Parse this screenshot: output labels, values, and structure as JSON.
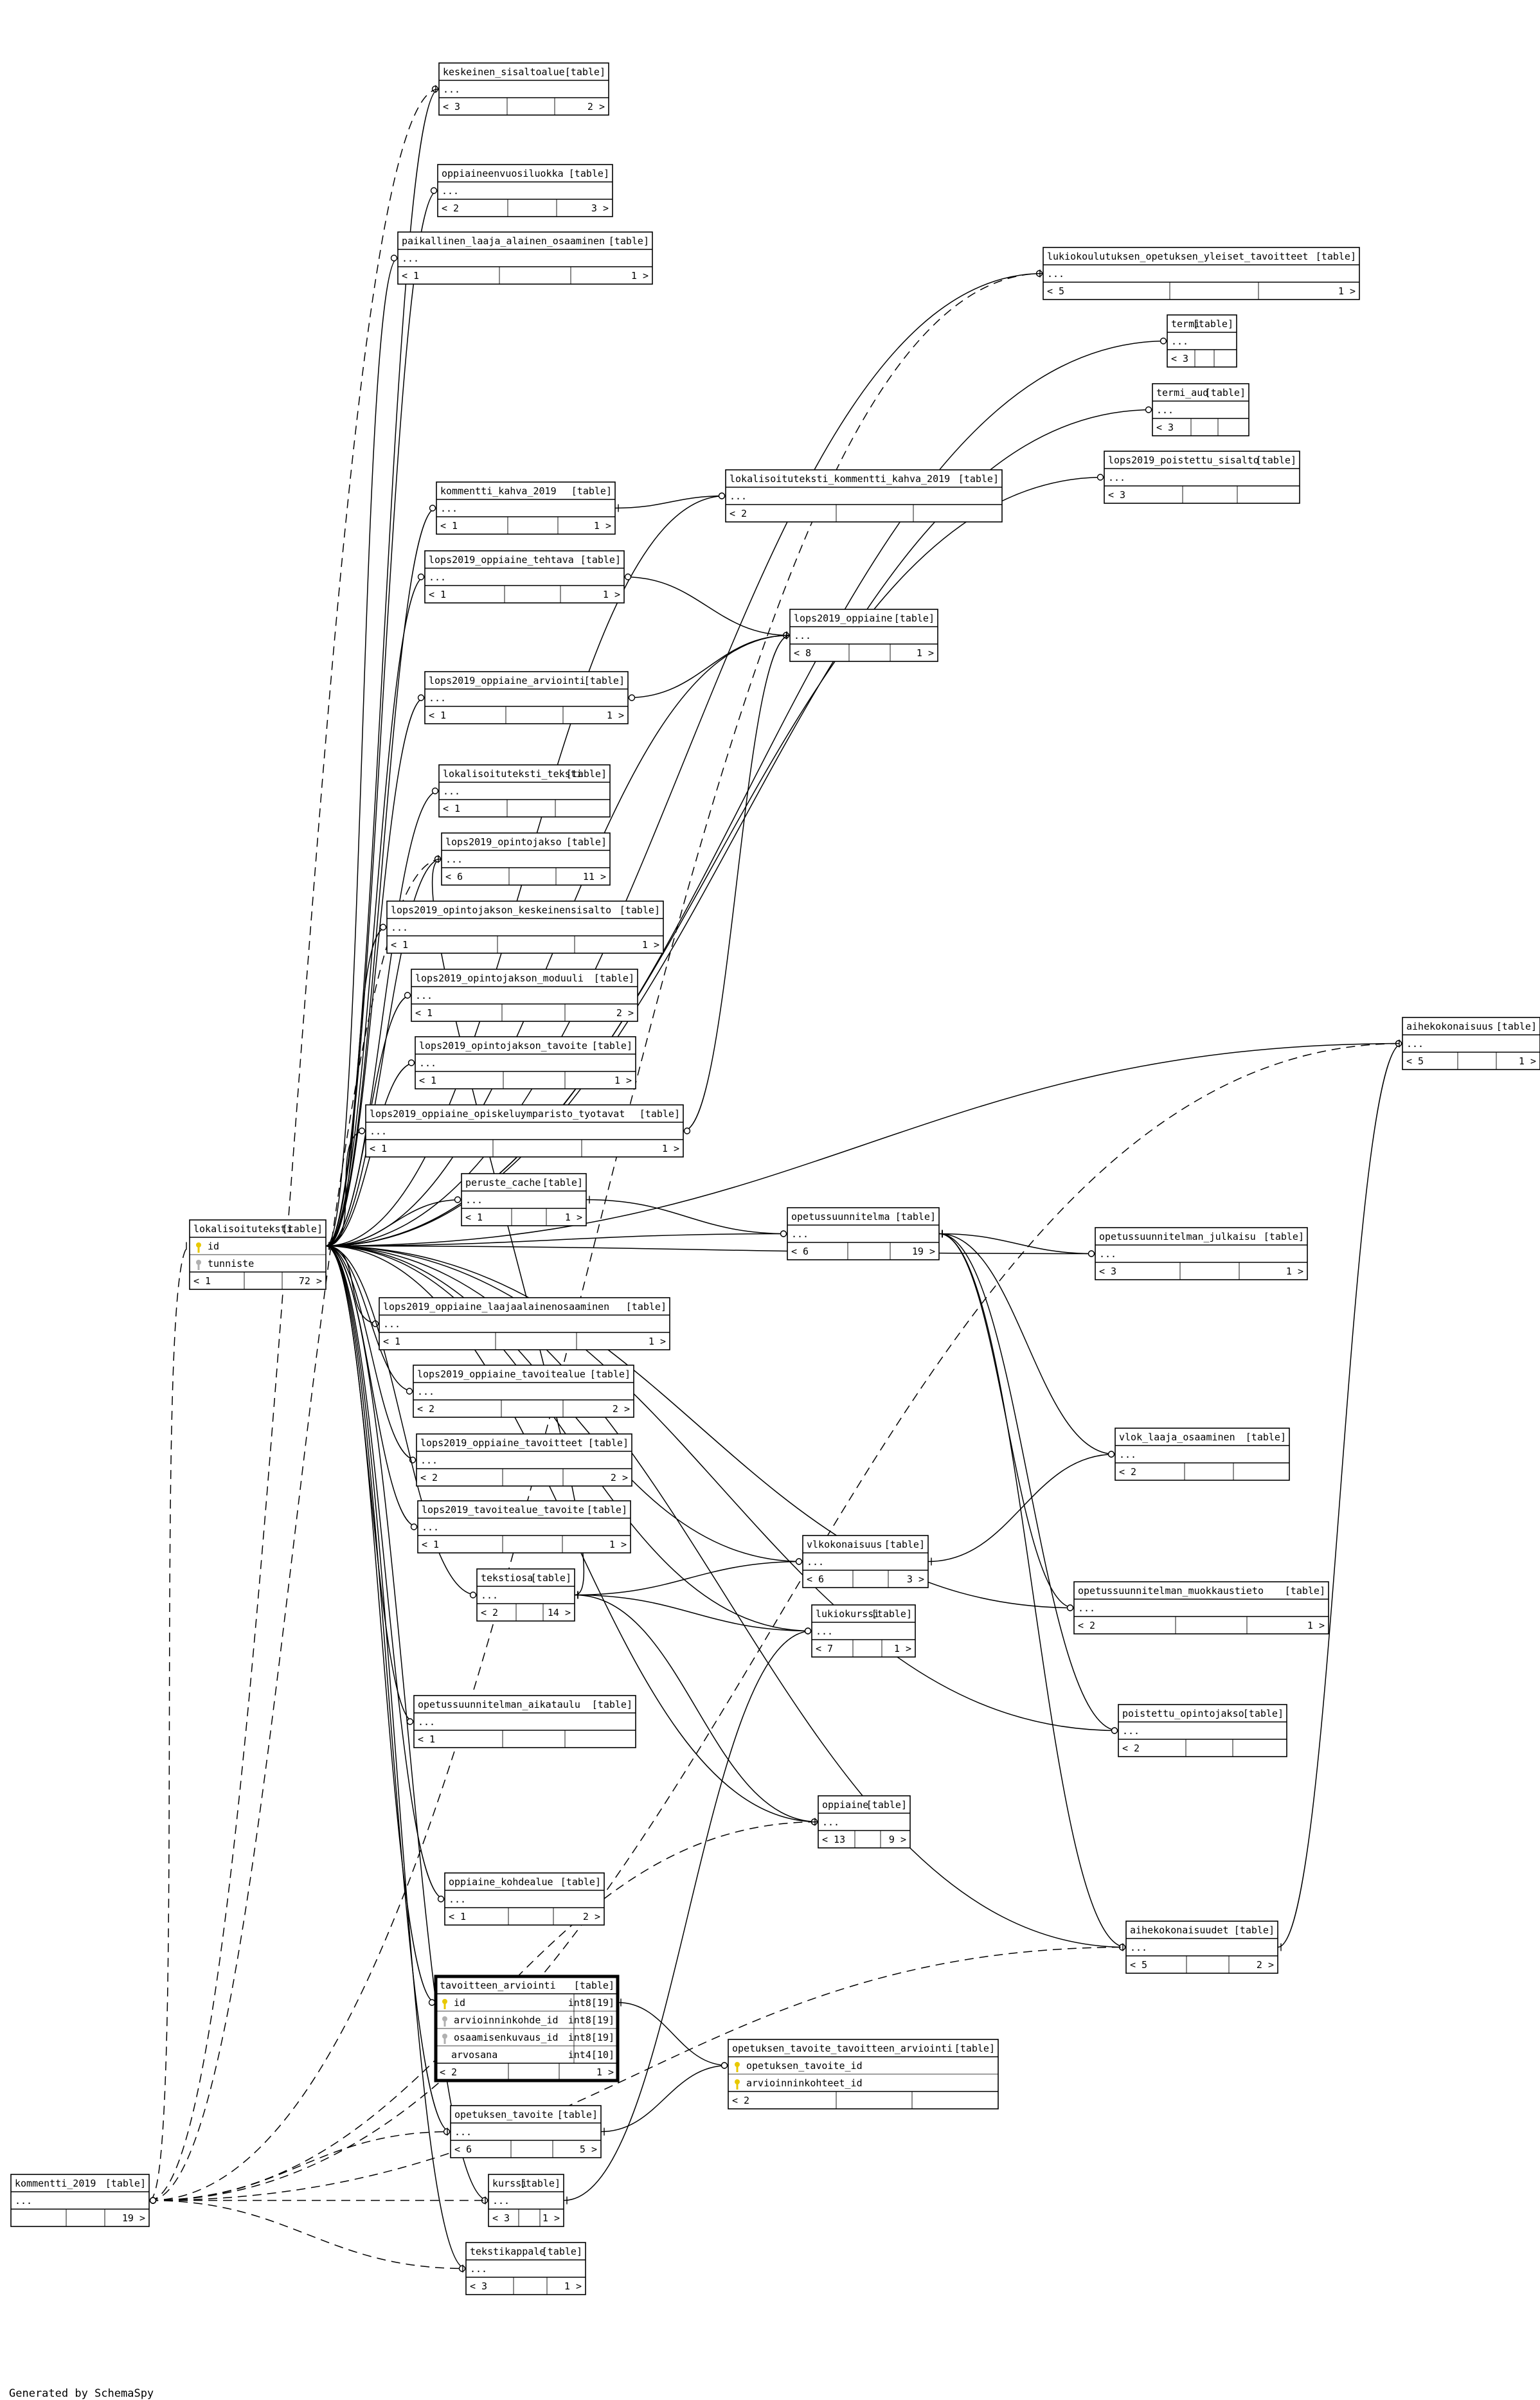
{
  "footer": "Generated by SchemaSpy",
  "labels": {
    "table_tag": "[table]",
    "ellipsis": "...",
    "prev": "<",
    "next": ">"
  },
  "tables": [
    {
      "id": "keskeinen_sisaltoalue",
      "name": "keskeinen_sisaltoalue",
      "parents": "3",
      "children": "2"
    },
    {
      "id": "oppiaineenvuosiluokka",
      "name": "oppiaineenvuosiluokka",
      "parents": "2",
      "children": "3"
    },
    {
      "id": "paikallinen_laaja_alainen_osaaminen",
      "name": "paikallinen_laaja_alainen_osaaminen",
      "parents": "1",
      "children": "1"
    },
    {
      "id": "lukiokoulutuksen_opetuksen_yleiset_tavoitteet",
      "name": "lukiokoulutuksen_opetuksen_yleiset_tavoitteet",
      "parents": "5",
      "children": "1"
    },
    {
      "id": "termi",
      "name": "termi",
      "parents": "3",
      "children": ""
    },
    {
      "id": "termi_aud",
      "name": "termi_aud",
      "parents": "3",
      "children": ""
    },
    {
      "id": "lops2019_poistettu_sisalto",
      "name": "lops2019_poistettu_sisalto",
      "parents": "3",
      "children": ""
    },
    {
      "id": "kommentti_kahva_2019",
      "name": "kommentti_kahva_2019",
      "parents": "1",
      "children": "1"
    },
    {
      "id": "lokalisoituteksti_kommentti_kahva_2019",
      "name": "lokalisoituteksti_kommentti_kahva_2019",
      "parents": "2",
      "children": ""
    },
    {
      "id": "lops2019_oppiaine_tehtava",
      "name": "lops2019_oppiaine_tehtava",
      "parents": "1",
      "children": "1"
    },
    {
      "id": "lops2019_oppiaine",
      "name": "lops2019_oppiaine",
      "parents": "8",
      "children": "1"
    },
    {
      "id": "lops2019_oppiaine_arviointi",
      "name": "lops2019_oppiaine_arviointi",
      "parents": "1",
      "children": "1"
    },
    {
      "id": "lokalisoituteksti_teksti",
      "name": "lokalisoituteksti_teksti",
      "parents": "1",
      "children": ""
    },
    {
      "id": "lops2019_opintojakso",
      "name": "lops2019_opintojakso",
      "parents": "6",
      "children": "11"
    },
    {
      "id": "lops2019_opintojakson_keskeinensisalto",
      "name": "lops2019_opintojakson_keskeinensisalto",
      "parents": "1",
      "children": "1"
    },
    {
      "id": "lops2019_opintojakson_moduuli",
      "name": "lops2019_opintojakson_moduuli",
      "parents": "1",
      "children": "2"
    },
    {
      "id": "lops2019_opintojakson_tavoite",
      "name": "lops2019_opintojakson_tavoite",
      "parents": "1",
      "children": "1"
    },
    {
      "id": "lops2019_oppiaine_opiskeluymparisto_tyotavat",
      "name": "lops2019_oppiaine_opiskeluymparisto_tyotavat",
      "parents": "1",
      "children": "1"
    },
    {
      "id": "peruste_cache",
      "name": "peruste_cache",
      "parents": "1",
      "children": "1"
    },
    {
      "id": "aihekokonaisuus",
      "name": "aihekokonaisuus",
      "parents": "5",
      "children": "1"
    },
    {
      "id": "opetussuunnitelma",
      "name": "opetussuunnitelma",
      "parents": "6",
      "children": "19"
    },
    {
      "id": "opetussuunnitelman_julkaisu",
      "name": "opetussuunnitelman_julkaisu",
      "parents": "3",
      "children": "1"
    },
    {
      "id": "lokalisoituteksti",
      "name": "lokalisoituteksti",
      "parents": "1",
      "children": "72",
      "columns": [
        {
          "key": "key",
          "name": "id"
        },
        {
          "key": "fk",
          "name": "tunniste"
        }
      ]
    },
    {
      "id": "lops2019_oppiaine_laajaalainenosaaminen",
      "name": "lops2019_oppiaine_laajaalainenosaaminen",
      "parents": "1",
      "children": "1"
    },
    {
      "id": "lops2019_oppiaine_tavoitealue",
      "name": "lops2019_oppiaine_tavoitealue",
      "parents": "2",
      "children": "2"
    },
    {
      "id": "lops2019_oppiaine_tavoitteet",
      "name": "lops2019_oppiaine_tavoitteet",
      "parents": "2",
      "children": "2"
    },
    {
      "id": "lops2019_tavoitealue_tavoite",
      "name": "lops2019_tavoitealue_tavoite",
      "parents": "1",
      "children": "1"
    },
    {
      "id": "vlok_laaja_osaaminen",
      "name": "vlok_laaja_osaaminen",
      "parents": "2",
      "children": ""
    },
    {
      "id": "vlkokonaisuus",
      "name": "vlkokonaisuus",
      "parents": "6",
      "children": "3"
    },
    {
      "id": "tekstiosa",
      "name": "tekstiosa",
      "parents": "2",
      "children": "14"
    },
    {
      "id": "lukiokurssi",
      "name": "lukiokurssi",
      "parents": "7",
      "children": "1"
    },
    {
      "id": "opetussuunnitelman_muokkaustieto",
      "name": "opetussuunnitelman_muokkaustieto",
      "parents": "2",
      "children": "1"
    },
    {
      "id": "opetussuunnitelman_aikataulu",
      "name": "opetussuunnitelman_aikataulu",
      "parents": "1",
      "children": ""
    },
    {
      "id": "poistettu_opintojakso",
      "name": "poistettu_opintojakso",
      "parents": "2",
      "children": ""
    },
    {
      "id": "oppiaine",
      "name": "oppiaine",
      "parents": "13",
      "children": "9"
    },
    {
      "id": "oppiaine_kohdealue",
      "name": "oppiaine_kohdealue",
      "parents": "1",
      "children": "2"
    },
    {
      "id": "aihekokonaisuudet",
      "name": "aihekokonaisuudet",
      "parents": "5",
      "children": "2"
    },
    {
      "id": "tavoitteen_arviointi",
      "name": "tavoitteen_arviointi",
      "parents": "2",
      "children": "1",
      "columns": [
        {
          "key": "key",
          "name": "id",
          "type": "int8[19]"
        },
        {
          "key": "fk",
          "name": "arvioinninkohde_id",
          "type": "int8[19]"
        },
        {
          "key": "fk",
          "name": "osaamisenkuvaus_id",
          "type": "int8[19]"
        },
        {
          "key": "",
          "name": "arvosana",
          "type": "int4[10]"
        }
      ]
    },
    {
      "id": "opetuksen_tavoite_tavoitteen_arviointi",
      "name": "opetuksen_tavoite_tavoitteen_arviointi",
      "parents": "2",
      "children": "",
      "columns": [
        {
          "key": "key",
          "name": "opetuksen_tavoite_id"
        },
        {
          "key": "key",
          "name": "arvioinninkohteet_id"
        }
      ]
    },
    {
      "id": "opetuksen_tavoite",
      "name": "opetuksen_tavoite",
      "parents": "6",
      "children": "5"
    },
    {
      "id": "kurssi",
      "name": "kurssi",
      "parents": "3",
      "children": "1"
    },
    {
      "id": "kommentti_2019",
      "name": "kommentti_2019",
      "parents": "",
      "children": "19"
    },
    {
      "id": "tekstikappale",
      "name": "tekstikappale",
      "parents": "3",
      "children": "1"
    }
  ],
  "relationships": [
    {
      "from": "keskeinen_sisaltoalue",
      "to": "lokalisoituteksti",
      "style": "solid"
    },
    {
      "from": "oppiaineenvuosiluokka",
      "to": "lokalisoituteksti",
      "style": "solid"
    },
    {
      "from": "paikallinen_laaja_alainen_osaaminen",
      "to": "lokalisoituteksti",
      "style": "solid"
    },
    {
      "from": "lukiokoulutuksen_opetuksen_yleiset_tavoitteet",
      "to": "lokalisoituteksti",
      "style": "solid"
    },
    {
      "from": "termi",
      "to": "lokalisoituteksti",
      "style": "solid"
    },
    {
      "from": "termi_aud",
      "to": "lokalisoituteksti",
      "style": "solid"
    },
    {
      "from": "lops2019_poistettu_sisalto",
      "to": "lokalisoituteksti",
      "style": "solid"
    },
    {
      "from": "kommentti_kahva_2019",
      "to": "lokalisoituteksti",
      "style": "solid"
    },
    {
      "from": "lokalisoituteksti_kommentti_kahva_2019",
      "to": "lokalisoituteksti",
      "style": "solid"
    },
    {
      "from": "lokalisoituteksti_kommentti_kahva_2019",
      "to": "kommentti_kahva_2019",
      "style": "solid"
    },
    {
      "from": "lops2019_oppiaine_tehtava",
      "to": "lokalisoituteksti",
      "style": "solid"
    },
    {
      "from": "lops2019_oppiaine",
      "to": "lokalisoituteksti",
      "style": "solid"
    },
    {
      "from": "lops2019_oppiaine_tehtava",
      "to": "lops2019_oppiaine",
      "style": "solid"
    },
    {
      "from": "lops2019_oppiaine_arviointi",
      "to": "lokalisoituteksti",
      "style": "solid"
    },
    {
      "from": "lops2019_oppiaine_arviointi",
      "to": "lops2019_oppiaine",
      "style": "solid"
    },
    {
      "from": "lokalisoituteksti_teksti",
      "to": "lokalisoituteksti",
      "style": "solid"
    },
    {
      "from": "lops2019_opintojakso",
      "to": "lokalisoituteksti",
      "style": "solid"
    },
    {
      "from": "lops2019_opintojakson_keskeinensisalto",
      "to": "lokalisoituteksti",
      "style": "solid"
    },
    {
      "from": "lops2019_opintojakson_moduuli",
      "to": "lokalisoituteksti",
      "style": "solid"
    },
    {
      "from": "lops2019_opintojakson_tavoite",
      "to": "lokalisoituteksti",
      "style": "solid"
    },
    {
      "from": "lops2019_oppiaine_opiskeluymparisto_tyotavat",
      "to": "lokalisoituteksti",
      "style": "solid"
    },
    {
      "from": "lops2019_oppiaine_opiskeluymparisto_tyotavat",
      "to": "lops2019_oppiaine",
      "style": "solid"
    },
    {
      "from": "peruste_cache",
      "to": "lokalisoituteksti",
      "style": "solid"
    },
    {
      "from": "opetussuunnitelma",
      "to": "peruste_cache",
      "style": "solid"
    },
    {
      "from": "opetussuunnitelma",
      "to": "lokalisoituteksti",
      "style": "solid"
    },
    {
      "from": "opetussuunnitelman_julkaisu",
      "to": "lokalisoituteksti",
      "style": "solid"
    },
    {
      "from": "opetussuunnitelman_julkaisu",
      "to": "opetussuunnitelma",
      "style": "solid"
    },
    {
      "from": "aihekokonaisuus",
      "to": "lokalisoituteksti",
      "style": "solid"
    },
    {
      "from": "lops2019_oppiaine_laajaalainenosaaminen",
      "to": "lokalisoituteksti",
      "style": "solid"
    },
    {
      "from": "lops2019_oppiaine_tavoitealue",
      "to": "lokalisoituteksti",
      "style": "solid"
    },
    {
      "from": "lops2019_oppiaine_tavoitteet",
      "to": "lokalisoituteksti",
      "style": "solid"
    },
    {
      "from": "lops2019_tavoitealue_tavoite",
      "to": "lokalisoituteksti",
      "style": "solid"
    },
    {
      "from": "vlok_laaja_osaaminen",
      "to": "opetussuunnitelma",
      "style": "solid"
    },
    {
      "from": "vlok_laaja_osaaminen",
      "to": "vlkokonaisuus",
      "style": "solid"
    },
    {
      "from": "vlkokonaisuus",
      "to": "lokalisoituteksti",
      "style": "solid"
    },
    {
      "from": "vlkokonaisuus",
      "to": "tekstiosa",
      "style": "solid"
    },
    {
      "from": "tekstiosa",
      "to": "lokalisoituteksti",
      "style": "solid"
    },
    {
      "from": "lukiokurssi",
      "to": "lokalisoituteksti",
      "style": "solid"
    },
    {
      "from": "lukiokurssi",
      "to": "tekstiosa",
      "style": "solid"
    },
    {
      "from": "opetussuunnitelman_muokkaustieto",
      "to": "opetussuunnitelma",
      "style": "solid"
    },
    {
      "from": "opetussuunnitelman_muokkaustieto",
      "to": "lokalisoituteksti",
      "style": "solid"
    },
    {
      "from": "opetussuunnitelman_aikataulu",
      "to": "lokalisoituteksti",
      "style": "solid"
    },
    {
      "from": "poistettu_opintojakso",
      "to": "lokalisoituteksti",
      "style": "solid"
    },
    {
      "from": "poistettu_opintojakso",
      "to": "opetussuunnitelma",
      "style": "solid"
    },
    {
      "from": "oppiaine",
      "to": "lokalisoituteksti",
      "style": "solid"
    },
    {
      "from": "oppiaine",
      "to": "tekstiosa",
      "style": "solid"
    },
    {
      "from": "oppiaine_kohdealue",
      "to": "lokalisoituteksti",
      "style": "solid"
    },
    {
      "from": "aihekokonaisuudet",
      "to": "lokalisoituteksti",
      "style": "solid"
    },
    {
      "from": "aihekokonaisuudet",
      "to": "opetussuunnitelma",
      "style": "solid"
    },
    {
      "from": "aihekokonaisuus",
      "to": "aihekokonaisuudet",
      "style": "solid"
    },
    {
      "from": "tavoitteen_arviointi",
      "to": "lokalisoituteksti",
      "style": "solid"
    },
    {
      "from": "opetuksen_tavoite_tavoitteen_arviointi",
      "to": "tavoitteen_arviointi",
      "style": "solid"
    },
    {
      "from": "opetuksen_tavoite_tavoitteen_arviointi",
      "to": "opetuksen_tavoite",
      "style": "solid"
    },
    {
      "from": "opetuksen_tavoite",
      "to": "lokalisoituteksti",
      "style": "solid"
    },
    {
      "from": "kurssi",
      "to": "lokalisoituteksti",
      "style": "solid"
    },
    {
      "from": "lukiokurssi",
      "to": "kurssi",
      "style": "solid"
    },
    {
      "from": "tekstikappale",
      "to": "lokalisoituteksti",
      "style": "solid"
    },
    {
      "from": "lops2019_opintojakso",
      "to": "tekstiosa",
      "style": "solid"
    },
    {
      "from": "kommentti_2019",
      "to": "keskeinen_sisaltoalue",
      "style": "dashed"
    },
    {
      "from": "kommentti_2019",
      "to": "lukiokoulutuksen_opetuksen_yleiset_tavoitteet",
      "style": "dashed"
    },
    {
      "from": "kommentti_2019",
      "to": "lokalisoituteksti",
      "style": "dashed"
    },
    {
      "from": "kommentti_2019",
      "to": "oppiaine",
      "style": "dashed"
    },
    {
      "from": "kommentti_2019",
      "to": "aihekokonaisuudet",
      "style": "dashed"
    },
    {
      "from": "kommentti_2019",
      "to": "aihekokonaisuus",
      "style": "dashed"
    },
    {
      "from": "kommentti_2019",
      "to": "opetuksen_tavoite",
      "style": "dashed"
    },
    {
      "from": "kommentti_2019",
      "to": "kurssi",
      "style": "dashed"
    },
    {
      "from": "kommentti_2019",
      "to": "tekstikappale",
      "style": "dashed"
    },
    {
      "from": "kommentti_2019",
      "to": "lops2019_opintojakso",
      "style": "dashed"
    }
  ]
}
